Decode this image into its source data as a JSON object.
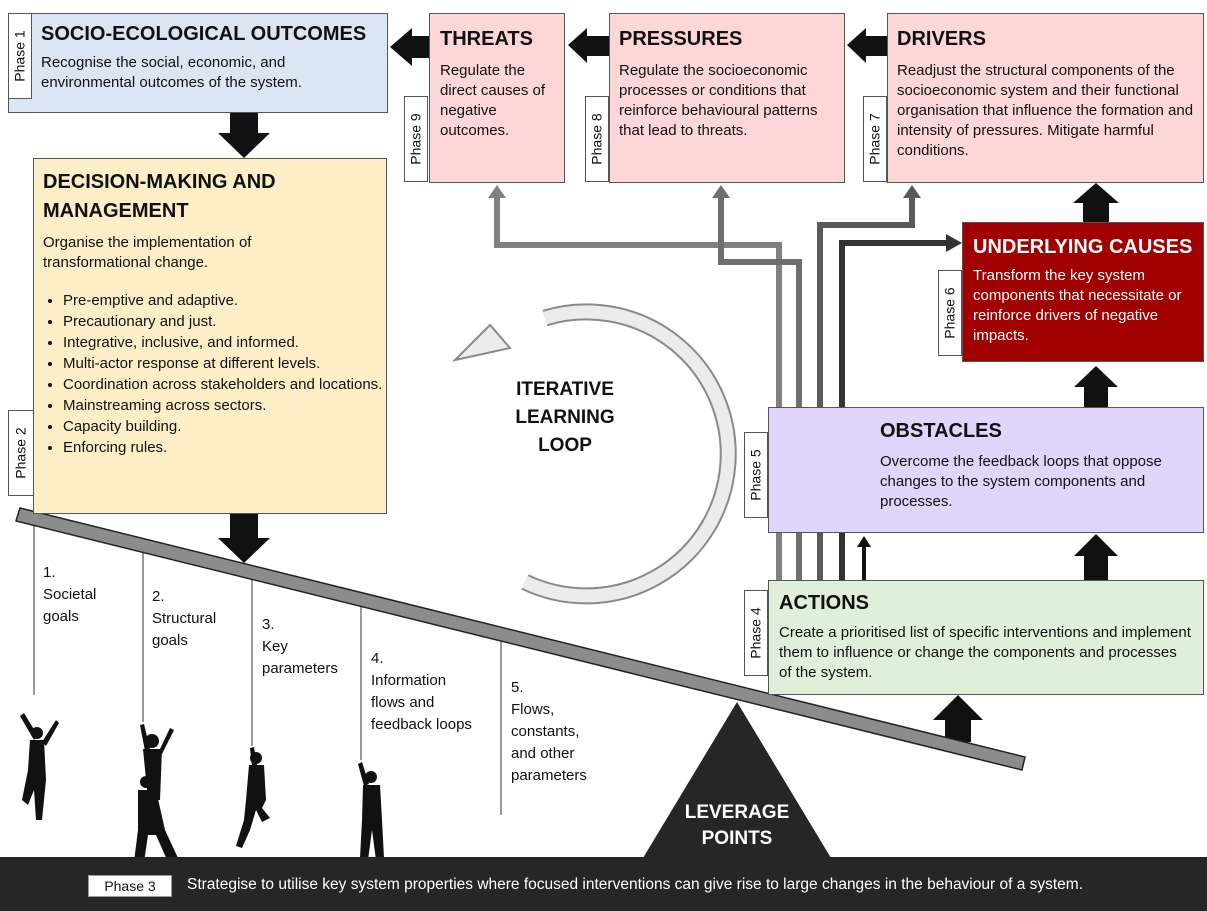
{
  "colors": {
    "socio_ecological_bg": "#dce5f4",
    "threats_bg": "#fdd7d7",
    "decision_bg": "#fdeec8",
    "underlying_bg": "#a00000",
    "obstacles_bg": "#e0d5fb",
    "actions_bg": "#e0efd9",
    "dark": "#262626"
  },
  "boxes": {
    "socio": {
      "phase": "Phase 1",
      "title": "SOCIO-ECOLOGICAL OUTCOMES",
      "desc": "Recognise the social, economic, and environmental outcomes of the system."
    },
    "threats": {
      "phase": "Phase 9",
      "title": "THREATS",
      "desc": "Regulate the direct causes of negative outcomes."
    },
    "pressures": {
      "phase": "Phase 8",
      "title": "PRESSURES",
      "desc": "Regulate the socioeconomic processes or conditions that reinforce behavioural patterns that lead to threats."
    },
    "drivers": {
      "phase": "Phase 7",
      "title": "DRIVERS",
      "desc": "Readjust the structural components of the socioeconomic system and their functional organisation that influence the formation and intensity of pressures. Mitigate harmful conditions."
    },
    "decision": {
      "phase": "Phase 2",
      "title_line1": "DECISION-MAKING AND",
      "title_line2": "MANAGEMENT",
      "desc": "Organise the implementation of transformational change.",
      "bullets": [
        "Pre-emptive and adaptive.",
        "Precautionary and just.",
        "Integrative, inclusive, and informed.",
        "Multi-actor response at different levels.",
        "Coordination across stakeholders and locations.",
        "Mainstreaming across sectors.",
        "Capacity building.",
        "Enforcing rules."
      ]
    },
    "underlying": {
      "phase": "Phase 6",
      "title": "UNDERLYING CAUSES",
      "desc": "Transform the key system components that necessitate or reinforce drivers of negative impacts."
    },
    "obstacles": {
      "phase": "Phase 5",
      "title": "OBSTACLES",
      "desc": "Overcome the feedback loops that oppose changes to the system components and processes."
    },
    "actions": {
      "phase": "Phase 4",
      "title": "ACTIONS",
      "desc": "Create a prioritised list of specific interventions and implement them to influence or change the components and processes of the system."
    }
  },
  "loop": {
    "line1": "ITERATIVE",
    "line2": "LEARNING",
    "line3": "LOOP"
  },
  "leverage": {
    "line1": "LEVERAGE",
    "line2": "POINTS"
  },
  "levels": [
    {
      "num": "1.",
      "lines": [
        "Societal",
        "goals"
      ]
    },
    {
      "num": "2.",
      "lines": [
        "Structural",
        "goals"
      ]
    },
    {
      "num": "3.",
      "lines": [
        "Key",
        "parameters"
      ]
    },
    {
      "num": "4.",
      "lines": [
        "Information",
        "flows and",
        "feedback loops"
      ]
    },
    {
      "num": "5.",
      "lines": [
        "Flows,",
        "constants,",
        "and other",
        "parameters"
      ]
    }
  ],
  "footer": {
    "phase": "Phase 3",
    "text": "Strategise to utilise key system properties where focused interventions can give rise to large changes in the behaviour of a system."
  }
}
